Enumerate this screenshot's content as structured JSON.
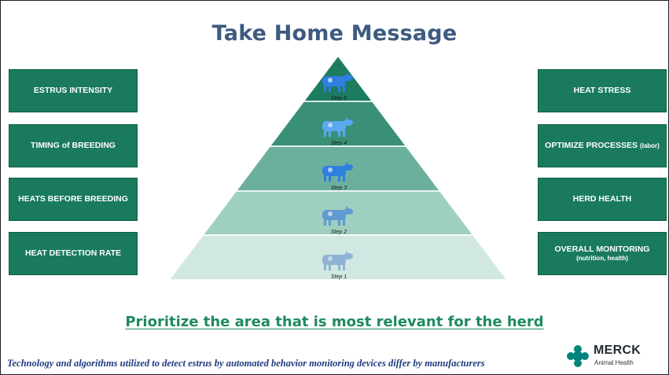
{
  "title": "Take Home Message",
  "left_boxes": [
    {
      "label": "ESTRUS INTENSITY",
      "sub": ""
    },
    {
      "label": "TIMING of BREEDING",
      "sub": ""
    },
    {
      "label": "HEATS BEFORE BREEDING",
      "sub": ""
    },
    {
      "label": "HEAT DETECTION RATE",
      "sub": ""
    }
  ],
  "right_boxes": [
    {
      "label": "HEAT STRESS",
      "sub": ""
    },
    {
      "label": "OPTIMIZE PROCESSES",
      "small": "(labor)",
      "sub": ""
    },
    {
      "label": "HERD HEALTH",
      "sub": ""
    },
    {
      "label": "OVERALL MONITORING",
      "sub": "(nutrition, health)"
    }
  ],
  "pyramid": {
    "steps": [
      {
        "label": "Step 5",
        "fill": "#1d7b60",
        "icon": "cow-icon",
        "icon_color": "#2f7fe0"
      },
      {
        "label": "Step 4",
        "fill": "#3a8f77",
        "icon": "cow-icon",
        "icon_color": "#5aa8f0"
      },
      {
        "label": "Step 3",
        "fill": "#6bb09c",
        "icon": "cow-icon",
        "icon_color": "#2f7fe0"
      },
      {
        "label": "Step 2",
        "fill": "#9fcfc1",
        "icon": "cow-icon",
        "icon_color": "#5f9ad0"
      },
      {
        "label": "Step 1",
        "fill": "#d0e8e1",
        "icon": "cow-icon",
        "icon_color": "#8fb2d4"
      }
    ]
  },
  "tagline": "Prioritize the area that is most relevant for the herd",
  "footnote": "Technology and algorithms utilized to detect estrus by automated behavior monitoring devices differ by manufacturers",
  "logo": {
    "word": "MERCK",
    "sub": "Animal Health",
    "color": "#00857c"
  },
  "colors": {
    "title": "#3d5a80",
    "box": "#1a7a5e",
    "tagline": "#1e8a5e",
    "footnote": "#1f3a80"
  }
}
